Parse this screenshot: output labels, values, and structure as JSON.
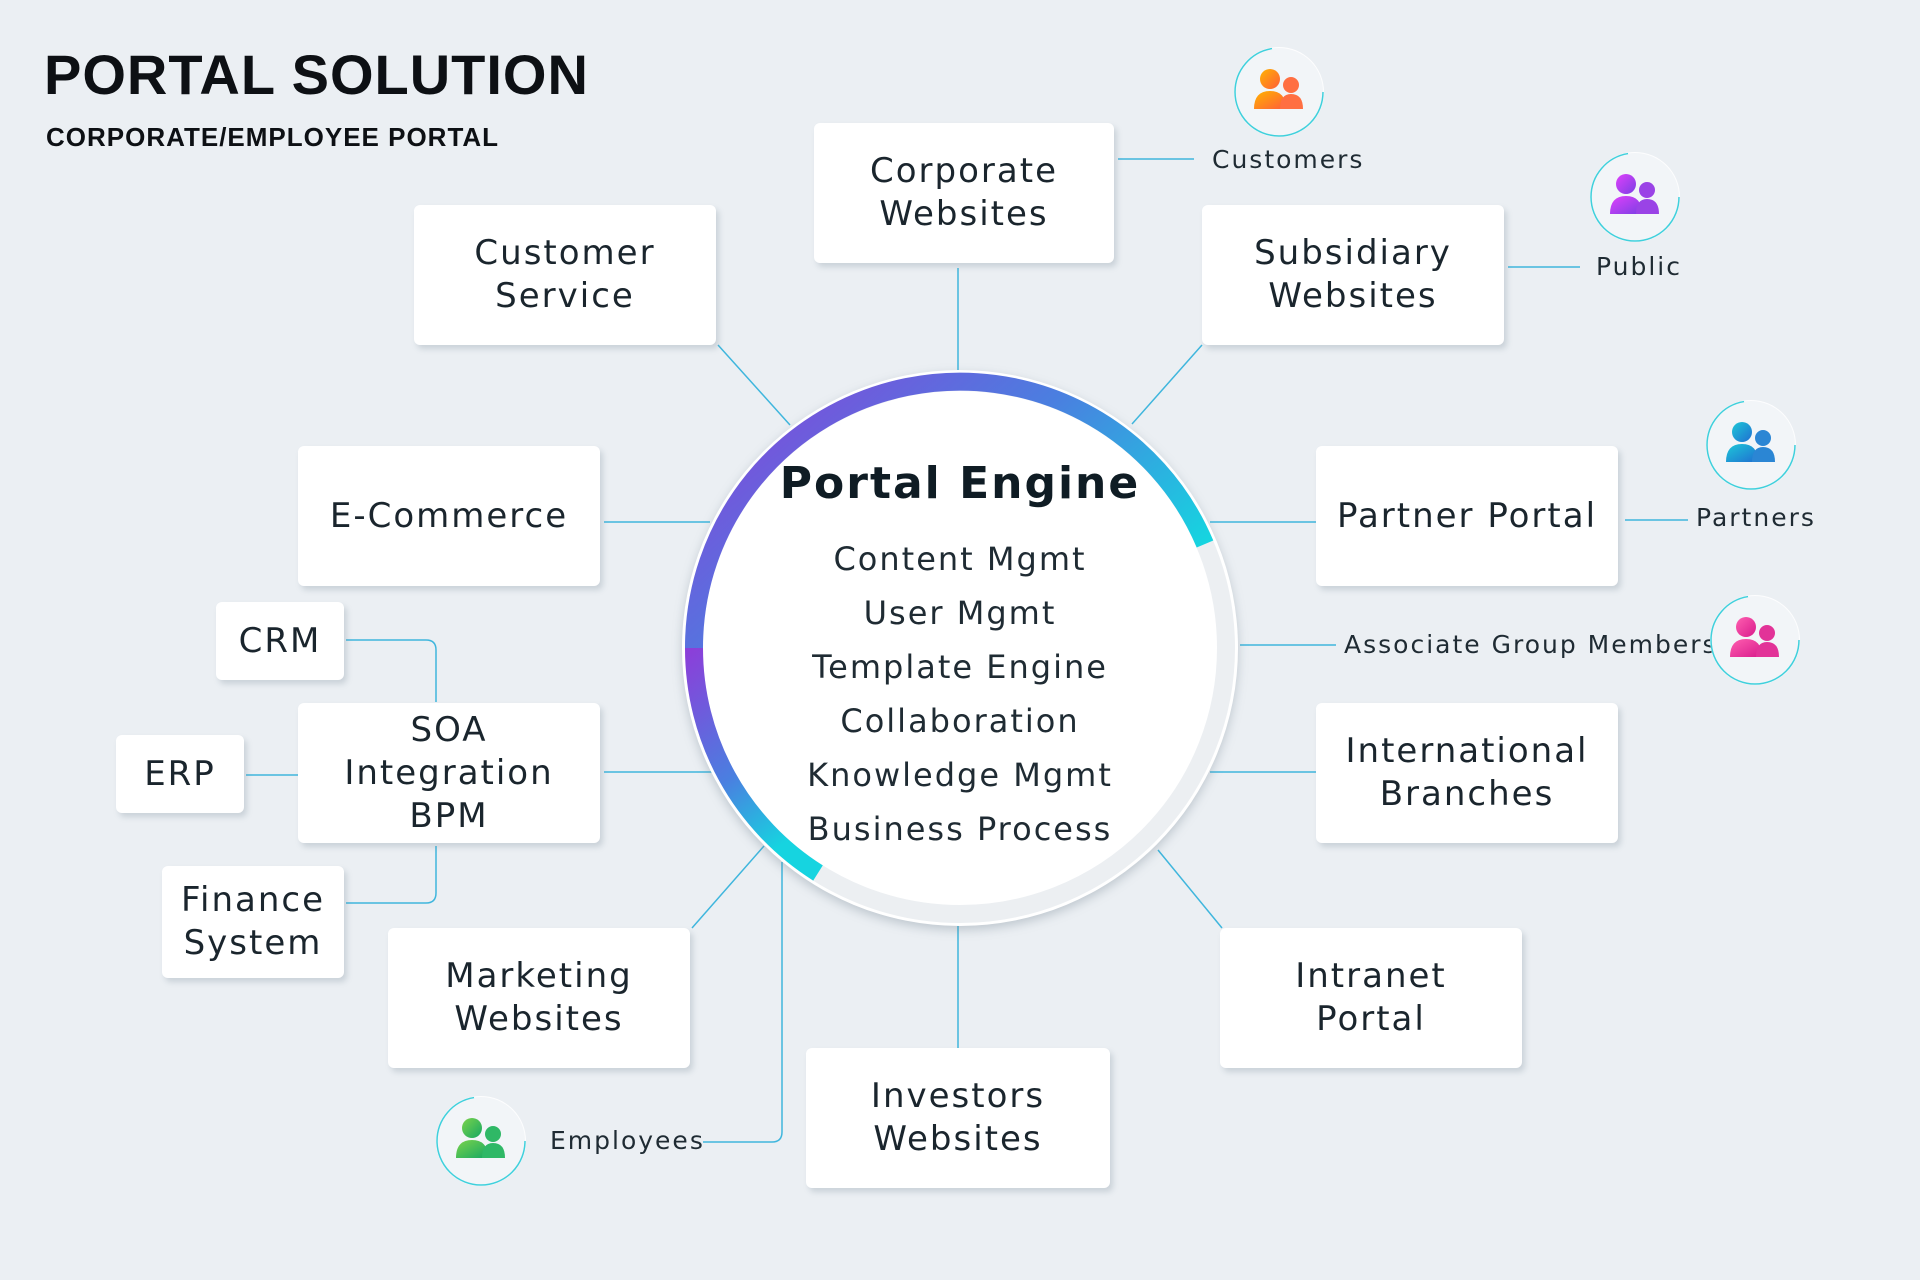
{
  "header": {
    "title": "PORTAL SOLUTION",
    "subtitle": "CORPORATE/EMPLOYEE PORTAL"
  },
  "engine": {
    "title": "Portal Engine",
    "items": [
      "Content Mgmt",
      "User Mgmt",
      "Template Engine",
      "Collaboration",
      "Knowledge Mgmt",
      "Business Process"
    ]
  },
  "nodes": {
    "corporate_websites": "Corporate\nWebsites",
    "customer_service": "Customer\nService",
    "subsidiary_websites": "Subsidiary\nWebsites",
    "ecommerce": "E-Commerce",
    "partner_portal": "Partner Portal",
    "soa_integration": "SOA\nIntegration\nBPM",
    "international_branches": "International\nBranches",
    "marketing_websites": "Marketing\nWebsites",
    "intranet_portal": "Intranet\nPortal",
    "investors_websites": "Investors\nWebsites",
    "crm": "CRM",
    "erp": "ERP",
    "finance_system": "Finance\nSystem"
  },
  "audiences": {
    "customers": "Customers",
    "public": "Public",
    "partners": "Partners",
    "associate_group_members": "Associate Group Members",
    "employees": "Employees"
  },
  "colors": {
    "background": "#ebeff3",
    "line": "#3fb6dd",
    "ring_start": "#8b3fd9",
    "ring_mid": "#4a7fe0",
    "ring_end": "#16d4e0",
    "customers_icon": [
      "#ffb300",
      "#ff5e3a"
    ],
    "public_icon": [
      "#e040fb",
      "#7b3fe4"
    ],
    "partners_icon": [
      "#1ec8d8",
      "#1f6fd1"
    ],
    "associate_icon": [
      "#ff5fb0",
      "#d81b8c"
    ],
    "employees_icon": [
      "#7bd34b",
      "#16a862"
    ]
  }
}
